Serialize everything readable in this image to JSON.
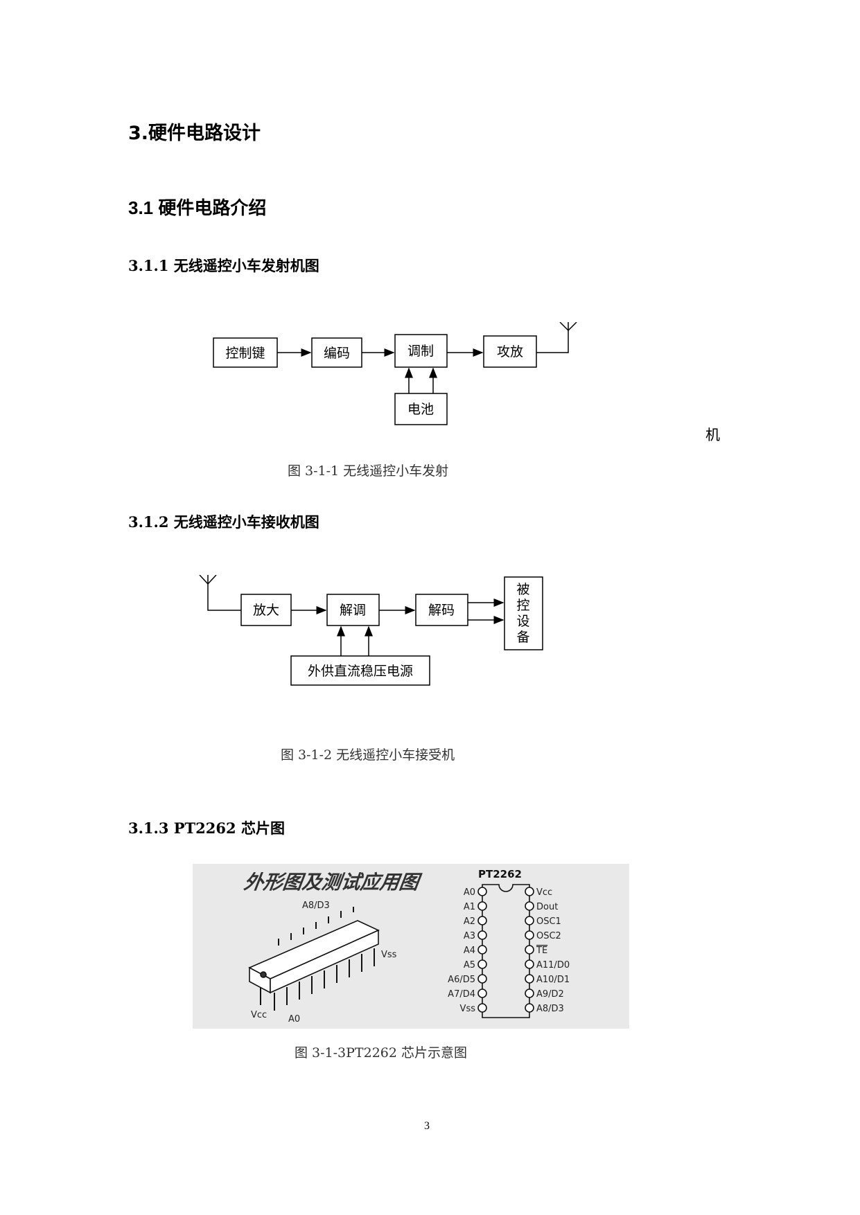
{
  "heading_main": "3.硬件电路设计",
  "heading_section": "3.1 硬件电路介绍",
  "sub1": {
    "title": "3.1.1 无线遥控小车发射机图",
    "blocks": [
      "控制键",
      "编码",
      "调制",
      "攻放",
      "电池"
    ],
    "stray_char": "机",
    "caption": "图 3-1-1 无线遥控小车发射"
  },
  "sub2": {
    "title": "3.1.2 无线遥控小车接收机图",
    "blocks": [
      "放大",
      "解调",
      "解码",
      "外供直流稳压电源"
    ],
    "device_chars": [
      "被",
      "控",
      "设",
      "备"
    ],
    "caption": "图 3-1-2 无线遥控小车接受机"
  },
  "sub3": {
    "title": "3.1.3 PT2262 芯片图",
    "chip_heading": "外形图及测试应用图",
    "chip_name": "PT2262",
    "pkg_labels": [
      "A8/D3",
      "Vss",
      "Vcc",
      "A0"
    ],
    "left_pins": [
      "A0",
      "A1",
      "A2",
      "A3",
      "A4",
      "A5",
      "A6/D5",
      "A7/D4",
      "Vss"
    ],
    "right_pins": [
      "Vcc",
      "Dout",
      "OSC1",
      "OSC2",
      "TE",
      "A11/D0",
      "A10/D1",
      "A9/D2",
      "A8/D3"
    ],
    "caption": "图 3-1-3PT2262 芯片示意图"
  },
  "page_number": "3"
}
